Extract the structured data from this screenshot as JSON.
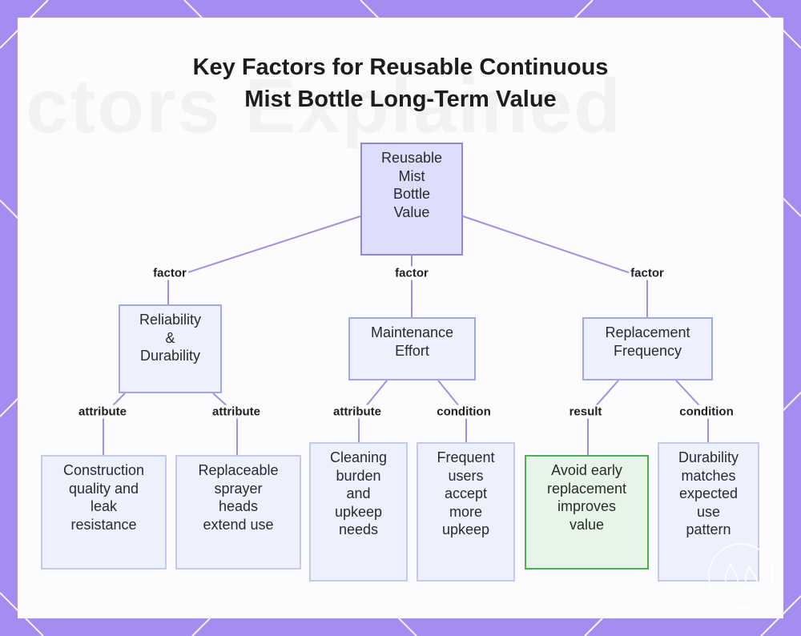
{
  "diagram": {
    "title_line1": "Key Factors for Reusable Continuous",
    "title_line2": "Mist Bottle Long-Term Value",
    "nodes": {
      "root": "Reusable\nMist\nBottle\nValue",
      "reliability": "Reliability\n&\nDurability",
      "maintenance": "Maintenance\nEffort",
      "replacement": "Replacement\nFrequency",
      "construction": "Construction\nquality and\nleak\nresistance",
      "sprayer": "Replaceable\nsprayer\nheads\nextend use",
      "cleaning": "Cleaning\nburden\nand\nupkeep\nneeds",
      "frequent": "Frequent\nusers\naccept\nmore\nupkeep",
      "avoid": "Avoid early\nreplacement\nimproves\nvalue",
      "durability_match": "Durability\nmatches\nexpected\nuse\npattern"
    },
    "edge_labels": {
      "root_reliability": "factor",
      "root_maintenance": "factor",
      "root_replacement": "factor",
      "reliability_construction": "attribute",
      "reliability_sprayer": "attribute",
      "maintenance_cleaning": "attribute",
      "maintenance_frequent": "condition",
      "replacement_avoid": "result",
      "replacement_durability": "condition"
    },
    "colors": {
      "frame": "#a58cf0",
      "edge": "#a58ee0",
      "root_fill": "#dcdefb",
      "node_fill": "#eef0fd",
      "result_fill": "#e7f4e8",
      "result_border": "#4caf50"
    }
  }
}
